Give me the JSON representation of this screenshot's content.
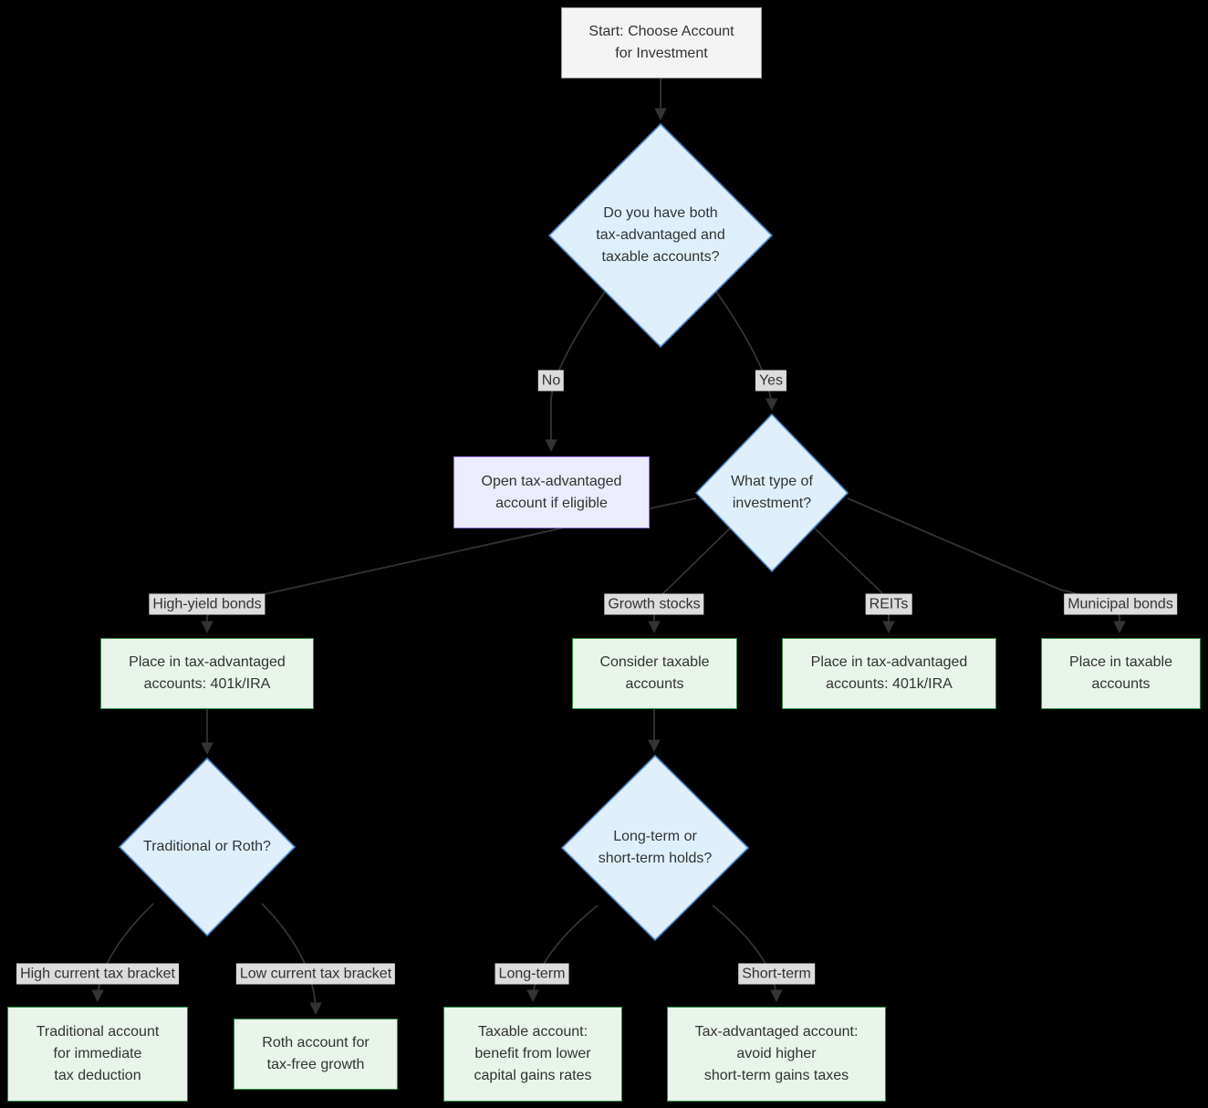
{
  "diagram": {
    "type": "flowchart",
    "colors": {
      "background": "#000000",
      "text": "#333333",
      "edge": "#333333",
      "start_fill": "#f4f4f4",
      "start_border": "#959595",
      "decision_fill": "#dff0fc",
      "decision_border": "#4a86c8",
      "process_fill": "#ececff",
      "process_border": "#9370db",
      "action_fill": "#e9f4ea",
      "action_border": "#2e8b45",
      "edge_label_bg": "#e8e8e8"
    },
    "nodes": {
      "start": {
        "type": "start",
        "label": "Start: Choose Account\nfor Investment"
      },
      "has_both": {
        "type": "decision",
        "label": "Do you have both\ntax-advantaged and\ntaxable accounts?"
      },
      "open_account": {
        "type": "process",
        "label": "Open tax-advantaged\naccount if eligible"
      },
      "investment_type": {
        "type": "decision",
        "label": "What type of\ninvestment?"
      },
      "hy_bonds_place": {
        "type": "action",
        "label": "Place in tax-advantaged\naccounts: 401k/IRA"
      },
      "growth_place": {
        "type": "action",
        "label": "Consider taxable\naccounts"
      },
      "reits_place": {
        "type": "action",
        "label": "Place in tax-advantaged\naccounts: 401k/IRA"
      },
      "muni_place": {
        "type": "action",
        "label": "Place in taxable\naccounts"
      },
      "trad_or_roth": {
        "type": "decision",
        "label": "Traditional or Roth?"
      },
      "term_holds": {
        "type": "decision",
        "label": "Long-term or\nshort-term holds?"
      },
      "traditional_acct": {
        "type": "action",
        "label": "Traditional account\nfor immediate\ntax deduction"
      },
      "roth_acct": {
        "type": "action",
        "label": "Roth account for\ntax-free growth"
      },
      "taxable_acct": {
        "type": "action",
        "label": "Taxable account:\nbenefit from lower\ncapital gains rates"
      },
      "taxadv_acct": {
        "type": "action",
        "label": "Tax-advantaged account:\navoid higher\nshort-term gains taxes"
      }
    },
    "edge_labels": {
      "no": "No",
      "yes": "Yes",
      "high_yield": "High-yield bonds",
      "growth": "Growth stocks",
      "reits": "REITs",
      "municipal": "Municipal bonds",
      "high_bracket": "High current tax bracket",
      "low_bracket": "Low current tax bracket",
      "long_term": "Long-term",
      "short_term": "Short-term"
    }
  }
}
